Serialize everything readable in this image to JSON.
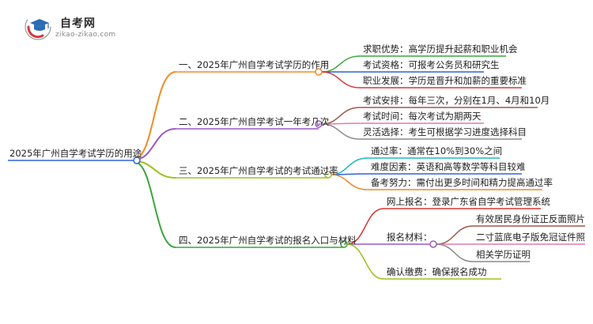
{
  "logo": {
    "name": "自考网",
    "url": "zikao-zikao.com",
    "colors": {
      "blue": "#2b6cb6",
      "red": "#d9343a",
      "grey": "#9a9a9a"
    }
  },
  "root": "2025年广州自学考试学历的用途",
  "branches": [
    {
      "label": "一、2025年广州自学考试学历的作用",
      "color": "#f08a24",
      "children": [
        {
          "label": "求职优势：高学历提升起薪和职业机会",
          "color": "#3aa53a"
        },
        {
          "label": "考试资格：可报考公务员和研究生",
          "color": "#2f63d6"
        },
        {
          "label": "职业发展：学历是晋升和加薪的重要标准",
          "color": "#d93636"
        }
      ]
    },
    {
      "label": "二、2025年广州自学考试一年考几次",
      "color": "#9b59c6",
      "children": [
        {
          "label": "考试安排：每年三次，分别在1月、4月和10月",
          "color": "#a0574a"
        },
        {
          "label": "考试时间：每次考试为期两天",
          "color": "#e07ab4"
        },
        {
          "label": "灵活选择：考生可根据学习进度选择科目",
          "color": "#8a8a8a"
        }
      ]
    },
    {
      "label": "三、2025年广州自学考试的考试通过率",
      "color": "#9ac21f",
      "children": [
        {
          "label": "通过率：通常在10%到30%之间",
          "color": "#1fb5c9"
        },
        {
          "label": "难度因素：英语和高等数学等科目较难",
          "color": "#2f63d6"
        },
        {
          "label": "备考努力：需付出更多时间和精力提高通过率",
          "color": "#f08a24"
        }
      ]
    },
    {
      "label": "四、2025年广州自学考试的报名入口与材料",
      "color": "#3aa53a",
      "children": [
        {
          "label": "网上报名：登录广东省自学考试管理系统",
          "color": "#d93636"
        },
        {
          "label": "报名材料：",
          "color": "#9b59c6",
          "children": [
            {
              "label": "有效居民身份证正反面照片",
              "color": "#a0574a"
            },
            {
              "label": "二寸蓝底电子版免冠证件照",
              "color": "#e07ab4"
            },
            {
              "label": "相关学历证明",
              "color": "#8a8a8a"
            }
          ]
        },
        {
          "label": "确认缴费：确保报名成功",
          "color": "#9ac21f"
        }
      ]
    }
  ]
}
